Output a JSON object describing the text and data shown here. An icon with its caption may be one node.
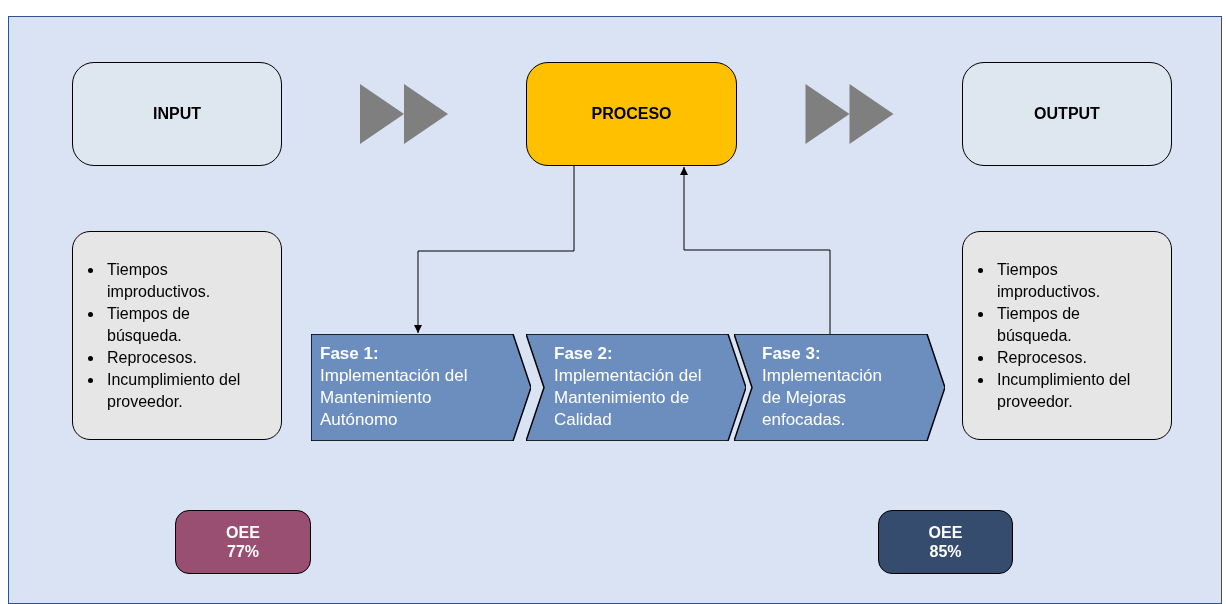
{
  "diagram": {
    "nodes": [
      {
        "text": [
          "INPUT"
        ]
      },
      {
        "text": [
          "PROCESO"
        ]
      },
      {
        "text": [
          "OUTPUT"
        ]
      },
      {
        "text": [
          "Tiempos improductivos.",
          "Tiempos de búsqueda.",
          "Reprocesos.",
          "Incumplimiento del proveedor."
        ]
      },
      {
        "text": [
          "Fase 1:",
          "Implementación del Mantenimiento Autónomo"
        ]
      },
      {
        "text": [
          "Fase 2:",
          "Implementación del Mantenimiento de Calidad"
        ]
      },
      {
        "text": [
          "Fase 3:",
          "Implementación de Mejoras enfocadas."
        ]
      },
      {
        "text": [
          "Tiempos improductivos.",
          "Tiempos de búsqueda.",
          "Reprocesos.",
          "Incumplimiento del proveedor."
        ]
      },
      {
        "text": [
          "OEE",
          "77%"
        ]
      },
      {
        "text": [
          "OEE",
          "85%"
        ]
      }
    ],
    "edges": [
      {
        "from": 0,
        "to": 1,
        "arrow": "to",
        "style": "thick",
        "color": "#7f7f7f"
      },
      {
        "from": 1,
        "to": 2,
        "arrow": "to",
        "style": "thick",
        "color": "#7f7f7f"
      },
      {
        "from": 1,
        "to": 4,
        "arrow": "to"
      },
      {
        "from": 6,
        "to": 1,
        "arrow": "to"
      }
    ]
  }
}
